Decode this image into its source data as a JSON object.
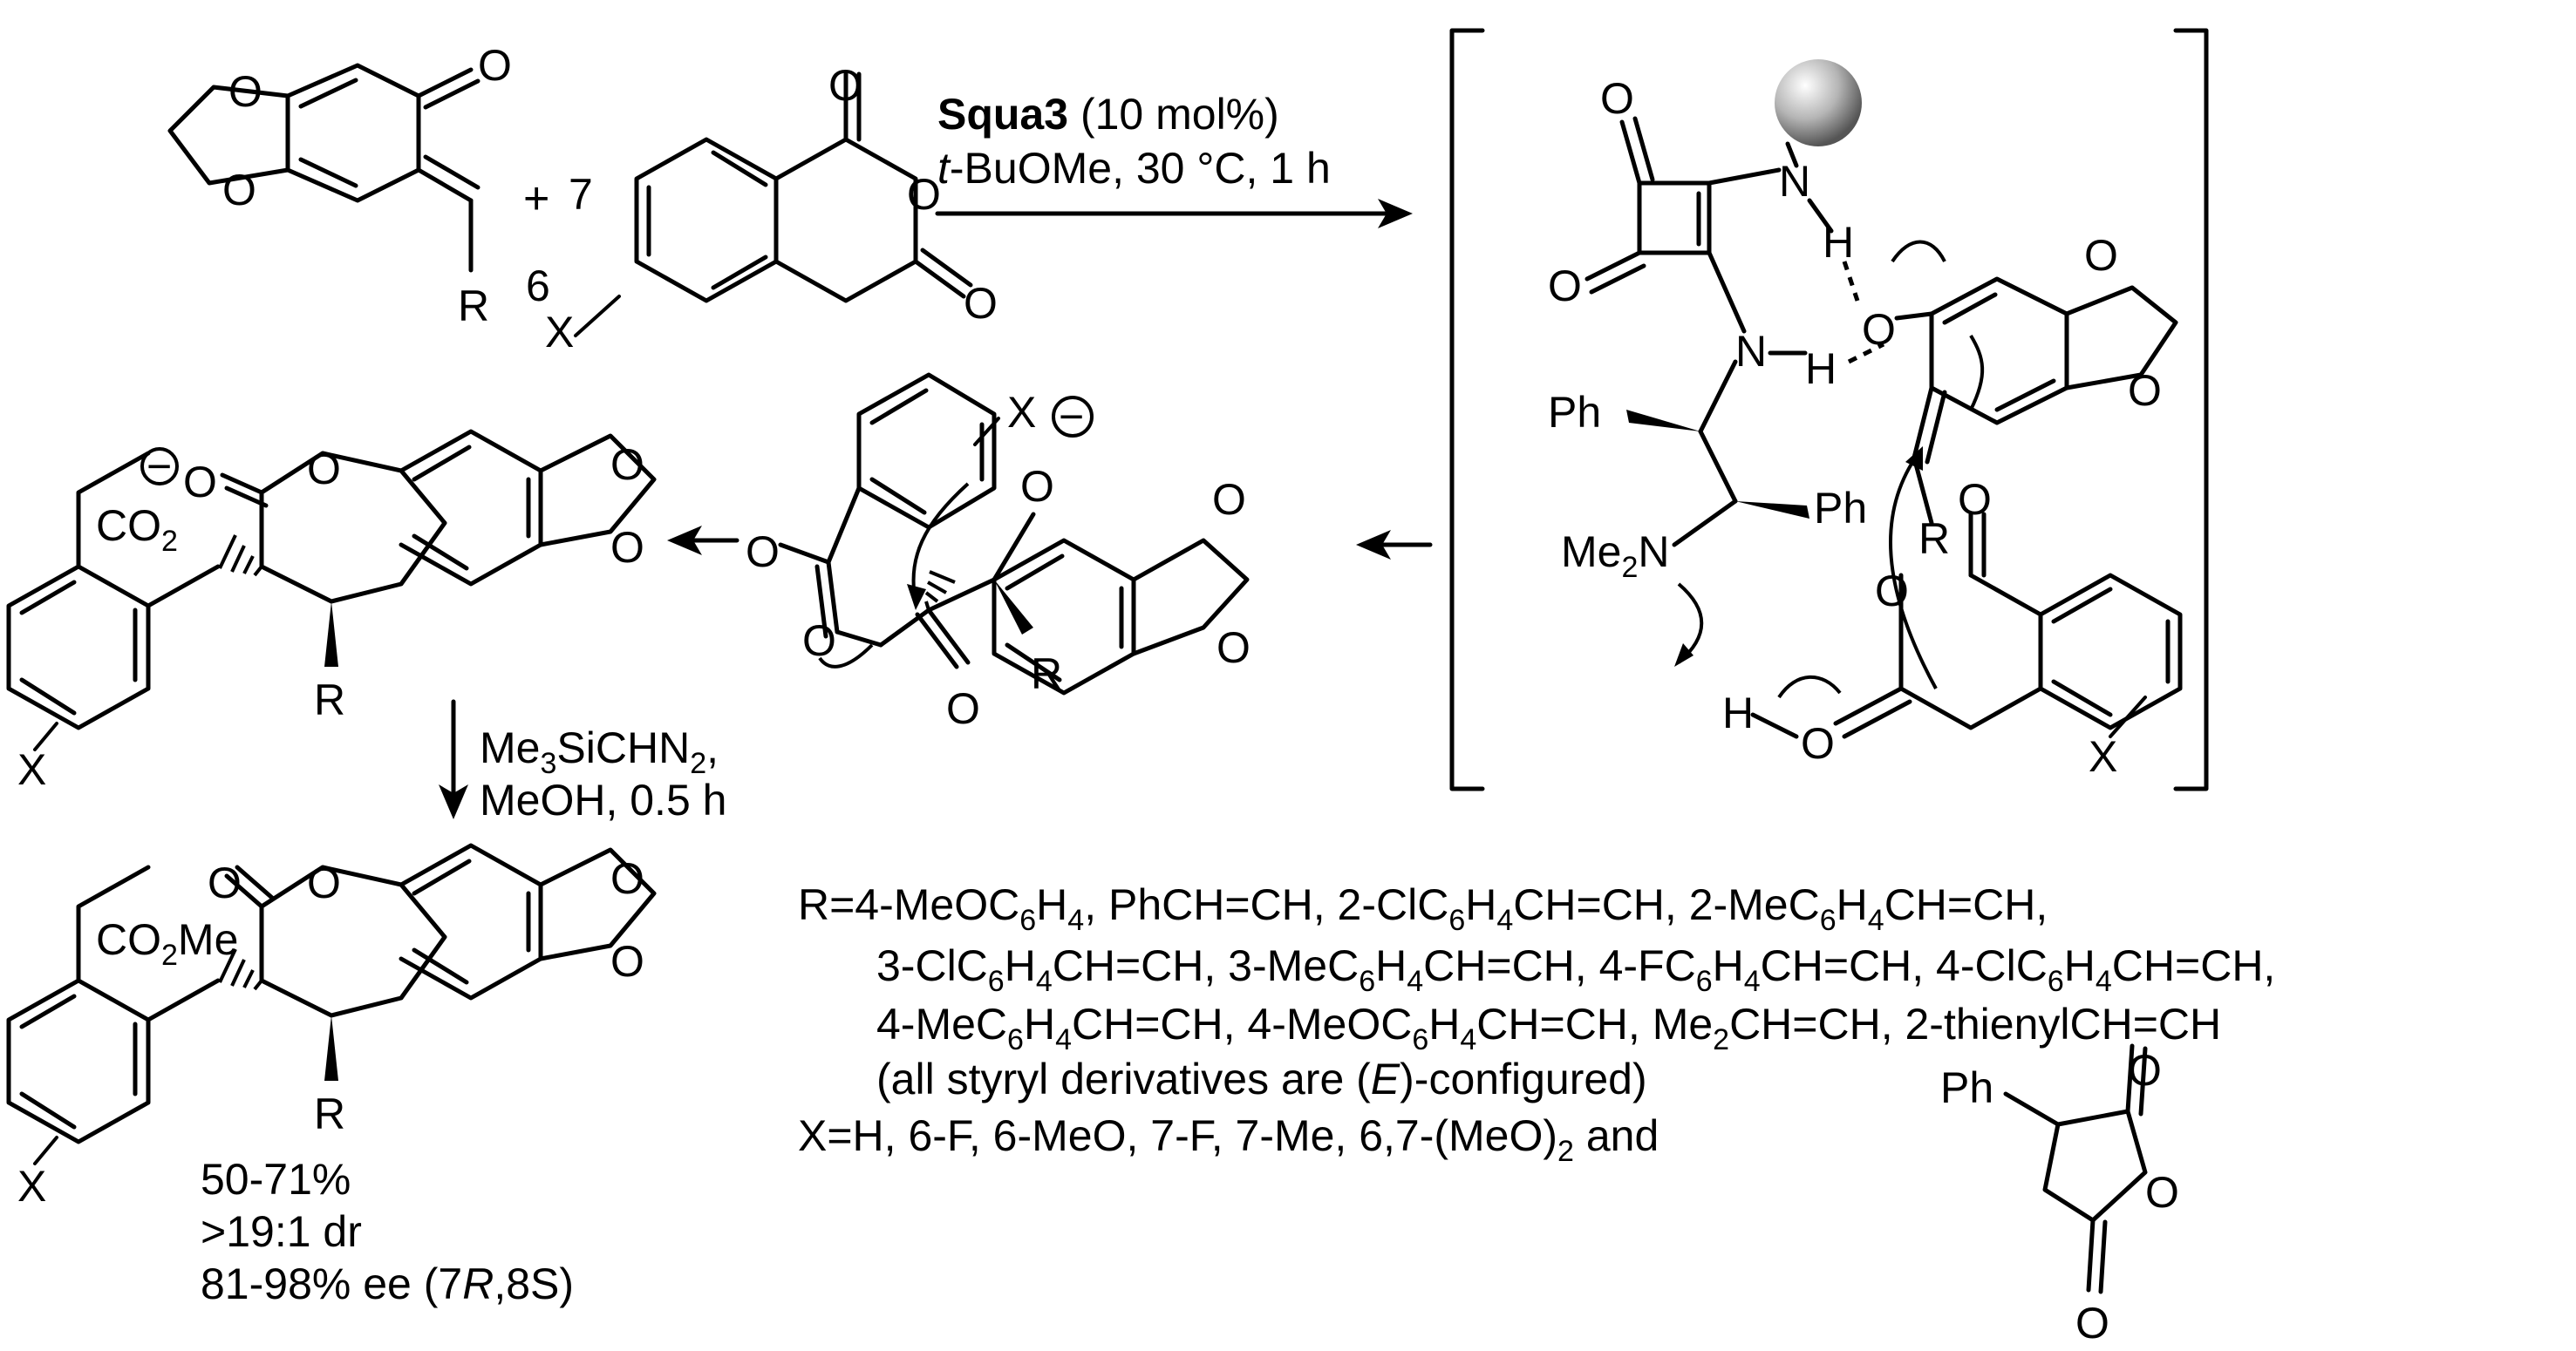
{
  "reaction": {
    "catalyst": "Squa3",
    "loading": " (10 mol%)",
    "solvent_t": "t",
    "solvent_rest": "-BuOMe, 30 °C, 1 h",
    "plus": "+"
  },
  "step2": {
    "line1_a": "Me",
    "line1_sub": "3",
    "line1_b": "SiCHN",
    "line1_sub2": "2",
    "line1_c": ",",
    "line2": "MeOH, 0.5 h"
  },
  "results": {
    "yield": "50-71%",
    "dr": ">19:1 dr",
    "ee_a": "81-98% ee (7",
    "ee_R": "R",
    "ee_b": ",8S)"
  },
  "substituents": {
    "r_line1": "R=4-MeOC6H4, PhCH=CH, 2-ClC6H4CH=CH, 2-MeC6H4CH=CH,",
    "r_line2": "3-ClC6H4CH=CH, 3-MeC6H4CH=CH, 4-FC6H4CH=CH, 4-ClC6H4CH=CH,",
    "r_line3": "4-MeC6H4CH=CH, 4-MeOC6H4CH=CH, Me2CH=CH, 2-thienylCH=CH",
    "r_line4_a": "(all styryl derivatives are (",
    "r_line4_E": "E",
    "r_line4_b": ")-configured)",
    "x_line": "X=H, 6-F, 6-MeO, 7-F, 7-Me, 6,7-(MeO)2 and"
  },
  "atoms": {
    "O": "O",
    "R": "R",
    "X": "X",
    "H": "H",
    "N": "N",
    "Ph": "Ph",
    "Me2N": "Me2N",
    "CO2": "CO2",
    "CO2Me": "CO2Me",
    "num6": "6",
    "num7": "7",
    "minus": "−"
  }
}
